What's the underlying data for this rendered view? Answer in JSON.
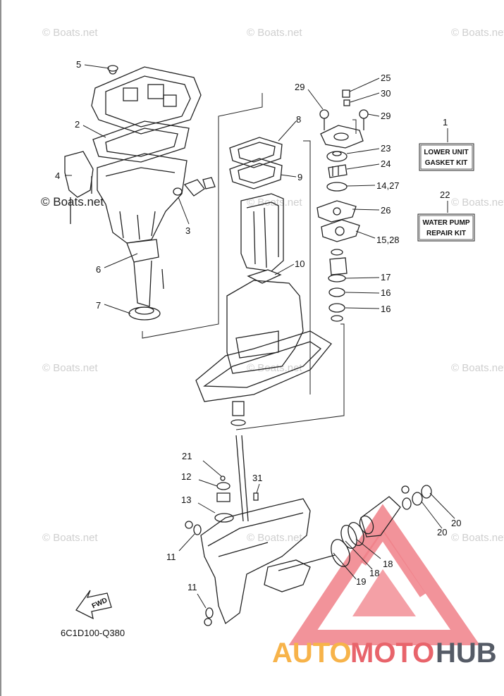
{
  "watermark": "© Boats.net",
  "part_labels": {
    "p1": "1",
    "p2": "2",
    "p3": "3",
    "p4": "4",
    "p5": "5",
    "p6": "6",
    "p7": "7",
    "p8": "8",
    "p9": "9",
    "p10": "10",
    "p11a": "11",
    "p11b": "11",
    "p12": "12",
    "p13": "13",
    "p15": "15,28",
    "p16a": "16",
    "p16b": "16",
    "p17": "17",
    "p18a": "18",
    "p18b": "18",
    "p19": "19",
    "p20a": "20",
    "p20b": "20",
    "p21": "21",
    "p22": "22",
    "p23": "23",
    "p24": "24",
    "p25": "25",
    "p26": "26",
    "p29a": "29",
    "p29b": "29",
    "p30": "30",
    "p31": "31",
    "p14": "14,27"
  },
  "kits": {
    "gasket": {
      "line1": "LOWER UNIT",
      "line2": "GASKET KIT"
    },
    "pump": {
      "line1": "WATER PUMP",
      "line2": "REPAIR KIT"
    }
  },
  "fwd": "FWD",
  "diagram_code": "6C1D100-Q380",
  "brand": {
    "auto": "AUTO",
    "moto": "MOTO",
    "hub": "HUB"
  },
  "colors": {
    "brand_orange": "#f7b34a",
    "brand_red": "#e8646b",
    "brand_gray": "#555b66"
  }
}
